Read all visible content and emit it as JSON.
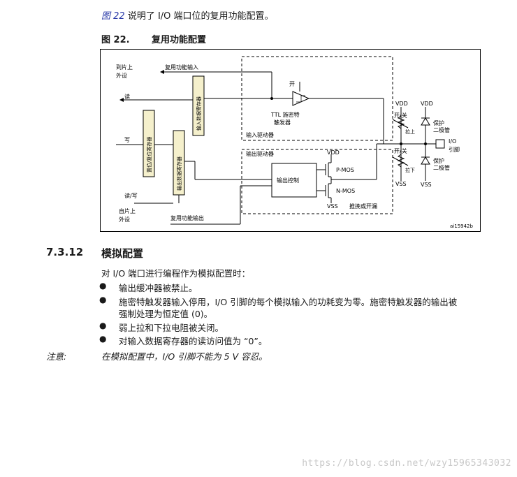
{
  "intro": {
    "ref": "图 22",
    "text": " 说明了 I/O 端口位的复用功能配置。"
  },
  "figure": {
    "number": "图 22.",
    "title": "复用功能配置",
    "labels": {
      "to_chip": "到片上",
      "to_chip2": "外设",
      "alt_in": "复用功能输入",
      "read": "读",
      "write": "写",
      "rw": "读/写",
      "from_chip": "自片上",
      "from_chip2": "外设",
      "alt_out": "复用功能输出",
      "in_reg": "输入数据寄存器",
      "set_reset_reg": "置位/复位寄存器",
      "out_reg": "输出数据寄存器",
      "on": "开",
      "ttl": "TTL 施密特",
      "ttl2": "触发器",
      "in_driver": "输入驱动器",
      "out_driver": "输出驱动器",
      "out_ctrl": "输出控制",
      "vdd": "VDD",
      "vss": "VSS",
      "pmos": "P-MOS",
      "nmos": "N-MOS",
      "pp_od": "推挽或开漏",
      "onoff": "开/关",
      "pullup": "拉上",
      "pulldown": "拉下",
      "protect": "保护",
      "diode": "二极管",
      "io": "I/O",
      "pin": "引脚",
      "code": "ai15942b"
    }
  },
  "section": {
    "num": "7.3.12",
    "title": "模拟配置"
  },
  "body": {
    "lead": "对 I/O 端口进行编程作为模拟配置时：",
    "bullets": [
      "输出缓冲器被禁止。",
      "施密特触发器输入停用，I/O 引脚的每个模拟输入的功耗变为零。施密特触发器的输出被",
      "强制处理为恒定值 (0)。",
      "弱上拉和下拉电阻被关闭。",
      "对输入数据寄存器的读访问值为 “0”。"
    ],
    "bullet_mark": "●"
  },
  "note": {
    "label": "注意:",
    "text": "在模拟配置中，I/O 引脚不能为 5 V 容忍。"
  },
  "watermark": "https://blog.csdn.net/wzy15965343032"
}
